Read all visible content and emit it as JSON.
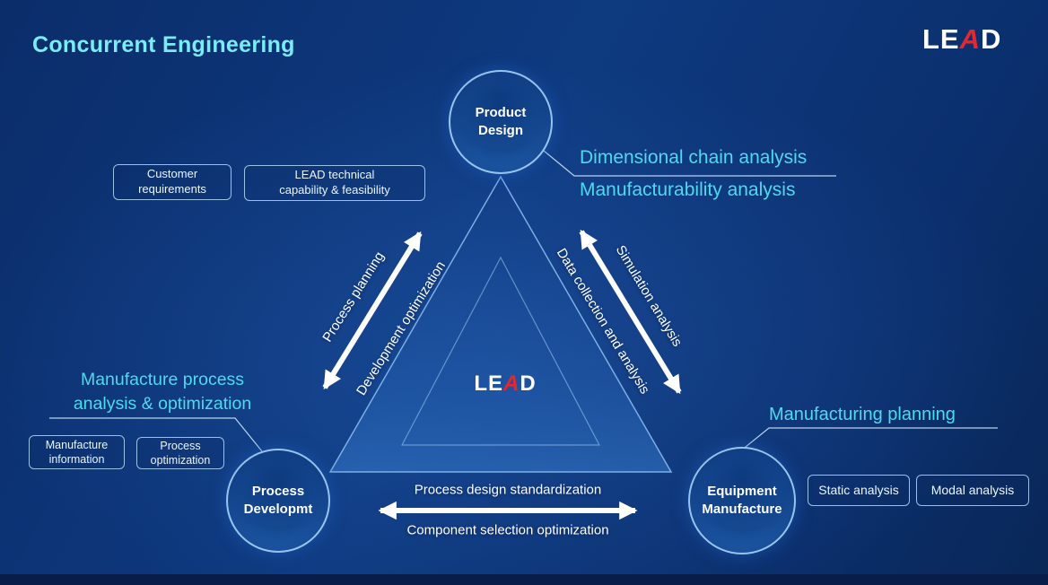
{
  "title": "Concurrent Engineering",
  "colors": {
    "background": "#0c3070",
    "title_cyan": "#79ecf6",
    "annotation_cyan": "#4fd9ec",
    "logo_red": "#e8262d",
    "box_border": "#a8d2f2",
    "arrow_white": "#ffffff"
  },
  "brand_logo": {
    "part1": "LE",
    "part2": "A",
    "part3": "D"
  },
  "center_logo": {
    "part1": "LE",
    "part2": "A",
    "part3": "D"
  },
  "nodes": {
    "product_design": {
      "line1": "Product",
      "line2": "Design"
    },
    "process_development": {
      "line1": "Process",
      "line2": "Developmt"
    },
    "equipment_manufacture": {
      "line1": "Equipment",
      "line2": "Manufacture"
    }
  },
  "annotations": {
    "dimensional": "Dimensional chain analysis",
    "manufacturability": "Manufacturability analysis",
    "manufacture_process": {
      "line1": "Manufacture process",
      "line2": "analysis & optimization"
    },
    "manufacturing_planning": "Manufacturing planning"
  },
  "boxes": {
    "customer": {
      "line1": "Customer",
      "line2": "requirements"
    },
    "lead_technical": {
      "line1": "LEAD technical",
      "line2": "capability & feasibility"
    },
    "manufacture_information": {
      "line1": "Manufacture",
      "line2": "information"
    },
    "process_optimization": {
      "line1": "Process",
      "line2": "optimization"
    },
    "static_analysis": "Static analysis",
    "modal_analysis": "Modal analysis"
  },
  "arrow_labels": {
    "process_planning": "Process planning",
    "development_optimization": "Development optimization",
    "simulation_analysis": "Simulation analysis",
    "data_collection": "Data collection and analysis",
    "process_design_standardization": "Process design standardization",
    "component_selection_optimization": "Component selection optimization"
  }
}
